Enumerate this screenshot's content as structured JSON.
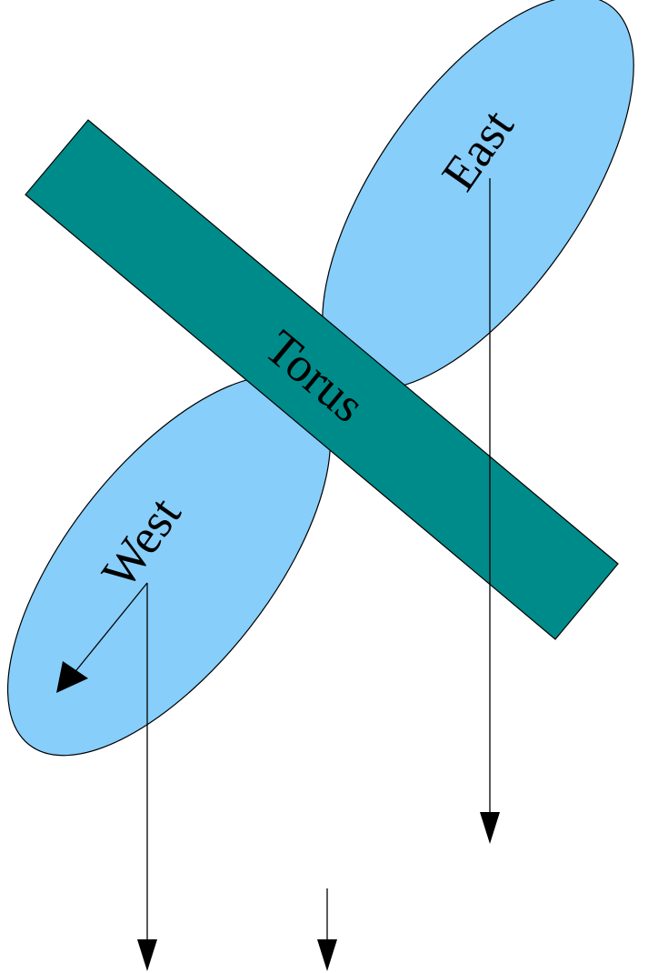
{
  "diagram": {
    "labels": {
      "east": "East",
      "west": "West",
      "torus": "Torus"
    },
    "colors": {
      "lobe_fill": "#87CEFA",
      "bar_fill": "#008B8B",
      "stroke": "#000000",
      "background": "#FFFFFF"
    }
  }
}
